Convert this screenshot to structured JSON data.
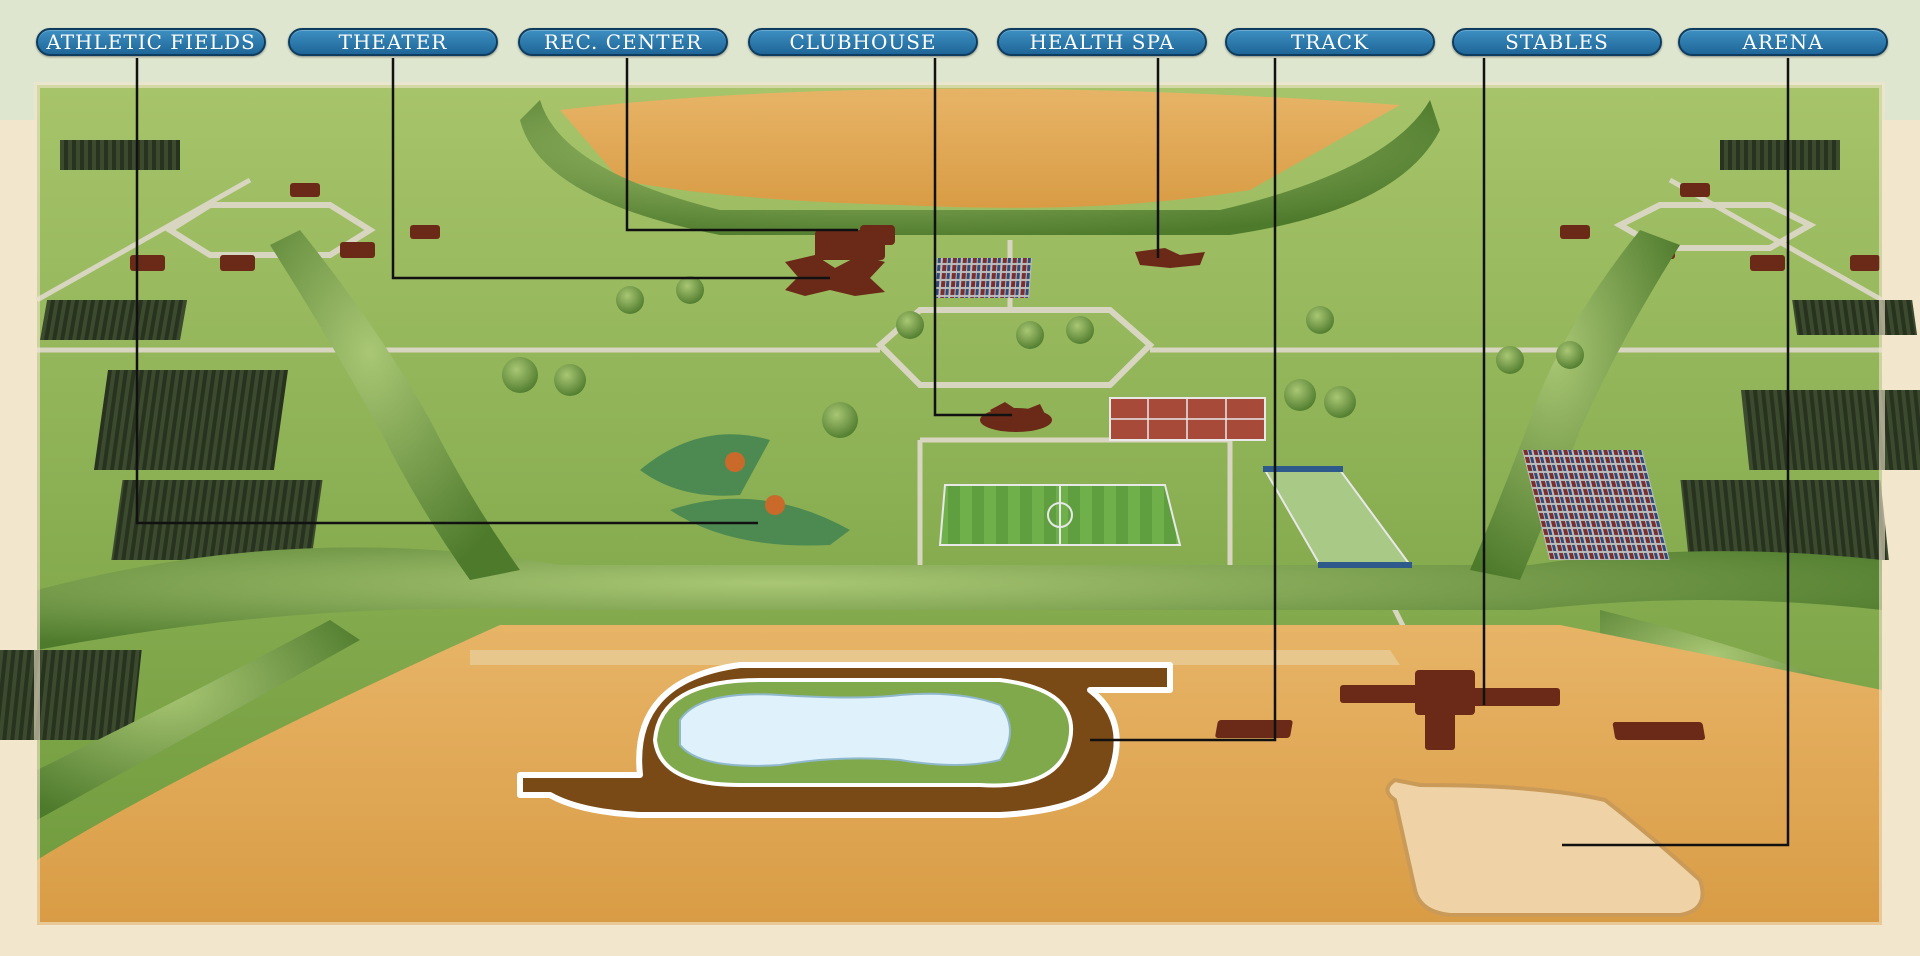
{
  "labels": {
    "athletic_fields": "ATHLETIC FIELDS",
    "theater": "THEATER",
    "rec_center": "REC. CENTER",
    "clubhouse": "CLUBHOUSE",
    "health_spa": "HEALTH SPA",
    "track": "TRACK",
    "stables": "STABLES",
    "arena": "ARENA"
  },
  "colors": {
    "pill": "#2a78ad",
    "pill_border": "#0e3c5e",
    "grass": "#7fa94a",
    "field": "#e8b76a",
    "building": "#6b2a18",
    "water": "#dff1fb",
    "dirt_track": "#7a4a16",
    "arena": "#efd3a6",
    "path": "#d9d3b8",
    "leader_line": "#111111"
  }
}
